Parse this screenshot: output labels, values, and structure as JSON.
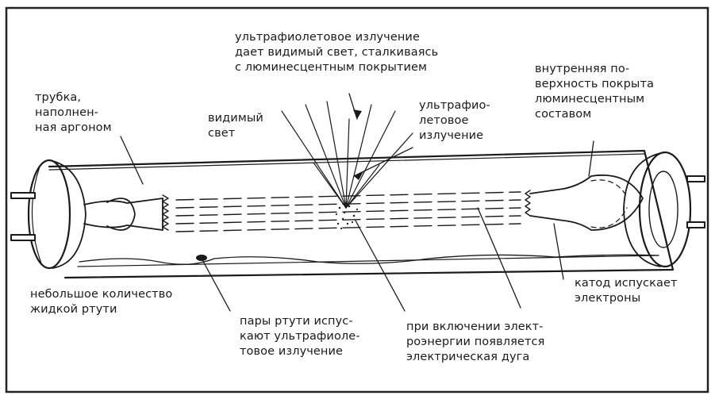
{
  "labels": {
    "uv_visible": "ультрафиолетовое излучение\nдает видимый свет, сталкиваясь\nс люминесцентным покрытием",
    "tube_argon": "трубка,\nнаполнен-\nная аргоном",
    "visible_light": "видимый\nсвет",
    "uv_radiation": "ультрафио-\nлетовое\nизлучение",
    "inner_surface": "внутренняя по-\nверхность покрыта\nлюминесцентным\nсоставом",
    "cathode": "катод испускает\nэлектроны",
    "mercury": "небольшое количество\nжидкой ртути",
    "vapor": "пары ртути испус-\nкают ультрафиоле-\nтовое излучение",
    "arc": "при включении элект-\nроэнергии появляется\nэлектрическая дуга"
  }
}
